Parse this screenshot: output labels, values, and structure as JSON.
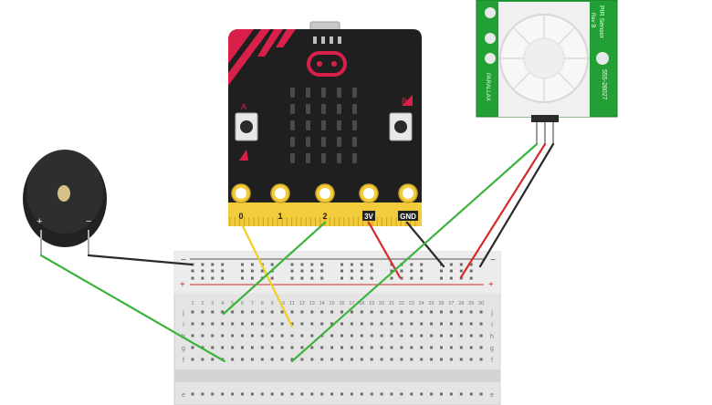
{
  "microbit": {
    "pins": [
      "0",
      "1",
      "2",
      "3V",
      "GND"
    ],
    "button_a_label": "A",
    "button_b_label": "B"
  },
  "pir_sensor": {
    "title": "PIR Sensor",
    "revision": "Rev B",
    "part_number": "555-28027",
    "brand": "PARALLAX"
  },
  "buzzer": {
    "plus_label": "+",
    "minus_label": "−"
  },
  "breadboard": {
    "columns": 30,
    "plus_label": "+",
    "minus_label": "−",
    "row_letters_top": [
      "j",
      "i",
      "h",
      "g",
      "f"
    ],
    "row_letters_bottom": [
      "e"
    ],
    "column_numbers": [
      "1",
      "2",
      "3",
      "4",
      "5",
      "6",
      "7",
      "8",
      "9",
      "10",
      "11",
      "12",
      "13",
      "14",
      "15",
      "16",
      "17",
      "18",
      "19",
      "20",
      "21",
      "22",
      "23",
      "24",
      "25",
      "26",
      "27",
      "28",
      "29",
      "30"
    ]
  },
  "colors": {
    "board_black": "#1f1f1f",
    "board_red": "#d8204a",
    "gold": "#f2cc3a",
    "pcb_green": "#22a035",
    "wire_green": "#3cb43c",
    "wire_yellow": "#f0d020",
    "wire_red": "#d42a2a",
    "wire_black": "#2a2a2a",
    "breadboard": "#e6e6e6"
  },
  "wires": [
    {
      "name": "wire-pin0-yellow",
      "color": "wire_yellow"
    },
    {
      "name": "wire-pin2-green",
      "color": "wire_green"
    },
    {
      "name": "wire-3v-red",
      "color": "wire_red"
    },
    {
      "name": "wire-gnd-black",
      "color": "wire_black"
    },
    {
      "name": "wire-sensor-signal-green",
      "color": "wire_green"
    },
    {
      "name": "wire-sensor-vcc-red",
      "color": "wire_red"
    },
    {
      "name": "wire-sensor-gnd-black",
      "color": "wire_black"
    },
    {
      "name": "wire-buzzer-plus-green",
      "color": "wire_green"
    },
    {
      "name": "wire-buzzer-minus-black",
      "color": "wire_black"
    }
  ]
}
